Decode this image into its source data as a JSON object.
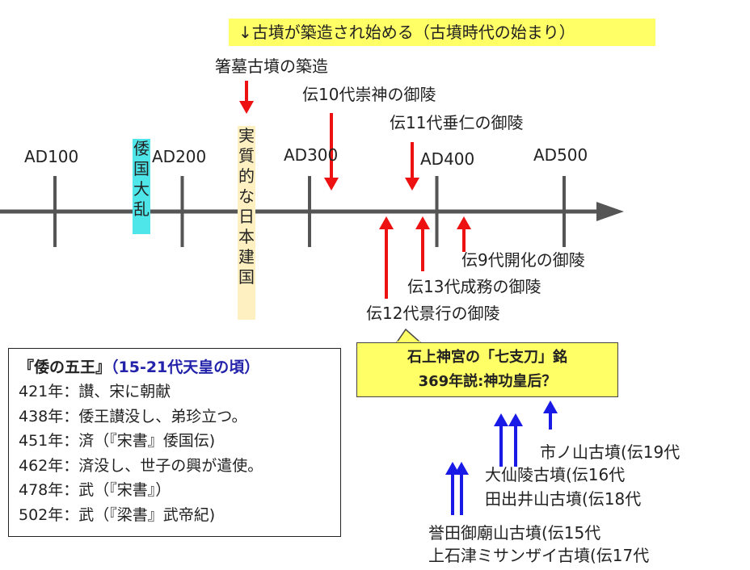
{
  "banner": "↓古墳が築造され始める（古墳時代の始まり）",
  "timeline": {
    "ticks": [
      {
        "label": "AD100",
        "year": 100
      },
      {
        "label": "AD200",
        "year": 200
      },
      {
        "label": "AD300",
        "year": 300
      },
      {
        "label": "AD400",
        "year": 400
      },
      {
        "label": "AD500",
        "year": 500
      }
    ]
  },
  "periods": {
    "war": "倭国大乱",
    "founding": "実質的な日本建国"
  },
  "events_above": {
    "hashihaka": "箸墓古墳の築造",
    "sujin": "伝10代崇神の御陵",
    "suinin": "伝11代垂仁の御陵"
  },
  "events_below": {
    "kaika": "伝9代開化の御陵",
    "seimu": "伝13代成務の御陵",
    "keiko": "伝12代景行の御陵"
  },
  "five_kings": {
    "title": "『倭の五王』",
    "subtitle": "（15-21代天皇の頃）",
    "rows": [
      "421年：讃、宋に朝献",
      "438年：倭王讃没し、弟珍立つ。",
      "451年：済（『宋書』倭国伝)",
      "462年：済没し、世子の興が遣使。",
      "478年：武（『宋書』）",
      "502年：武（『梁書』武帝紀)"
    ]
  },
  "callout": {
    "line1": "石上神宮の「七支刀」銘",
    "line2": "369年説:神功皇后？"
  },
  "tombs": {
    "ichinoyama": "市ノ山古墳(伝19代",
    "daisenryo": "大仙陵古墳(伝16代",
    "tadeiyama": "田出井山古墳(伝18代",
    "konda": "誉田御廟山古墳(伝15代",
    "kamiishizu": "上石津ミサンザイ古墳(伝17代"
  },
  "colors": {
    "axis": "#555555",
    "red_arrow": "#ee1111",
    "blue_arrow": "#1a1ae6",
    "banner": "#ffff66",
    "war": "#4fe6ea",
    "founding": "#fff0c2"
  }
}
